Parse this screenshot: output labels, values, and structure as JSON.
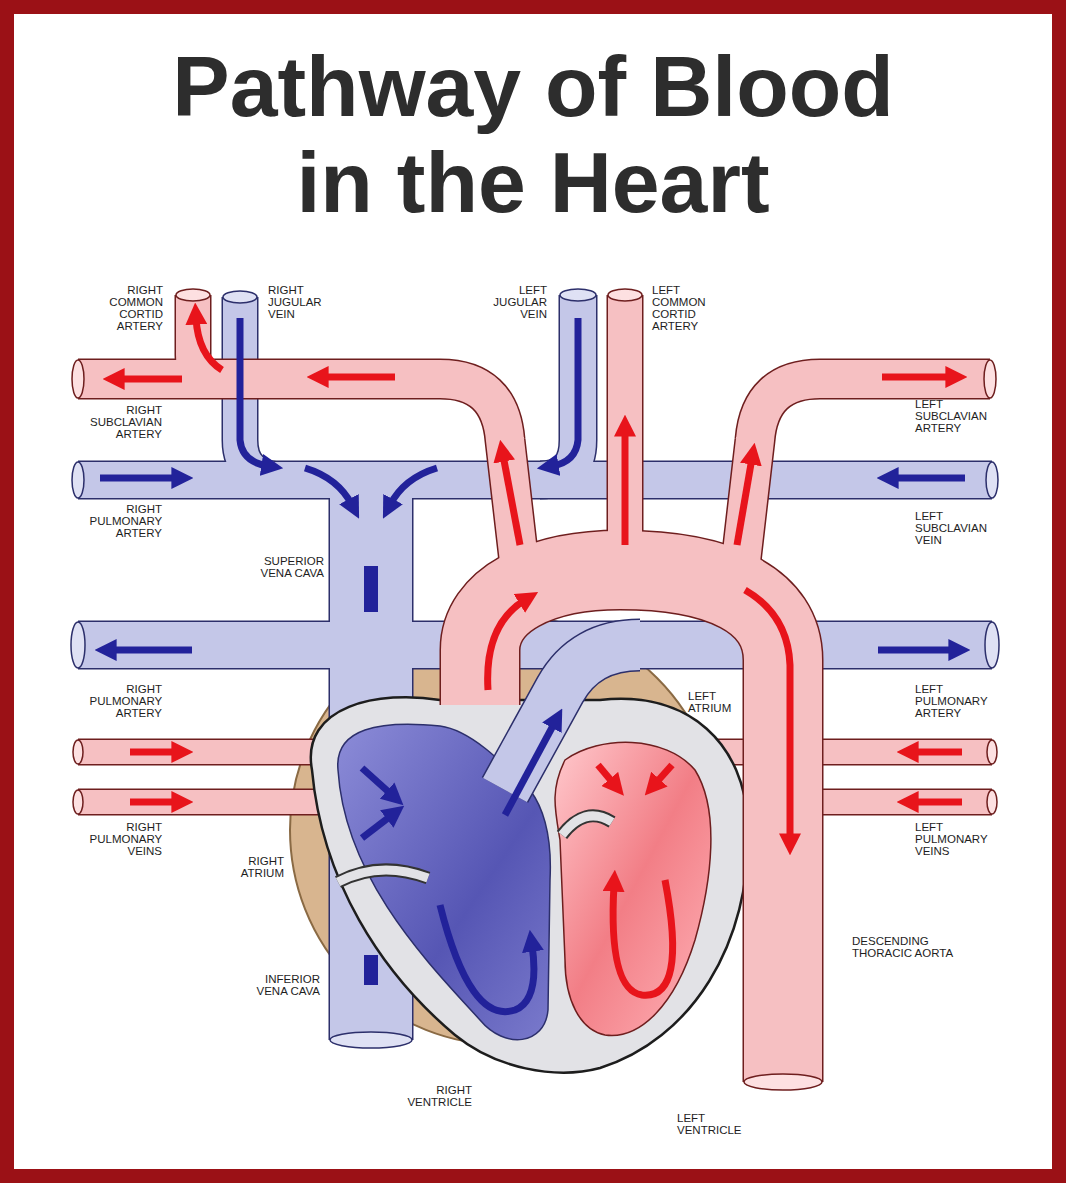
{
  "diagram": {
    "title": "Pathway of Blood in the Heart",
    "labels": [
      "RIGHT COMMON CORTID ARTERY",
      "RIGHT JUGULAR VEIN",
      "LEFT JUGULAR VEIN",
      "LEFT COMMON CORTID ARTERY",
      "RIGHT SUBCLAVIAN ARTERY",
      "LEFT SUBCLAVIAN ARTERY",
      "RIGHT PULMONARY ARTERY",
      "LEFT SUBCLAVIAN VEIN",
      "SUPERIOR VENA CAVA",
      "RIGHT PULMONARY ARTERY",
      "LEFT ATRIUM",
      "LEFT PULMONARY ARTERY",
      "RIGHT PULMONARY VEINS",
      "LEFT PULMONARY VEINS",
      "RIGHT ATRIUM",
      "DESCENDING THORACIC AORTA",
      "INFERIOR VENA CAVA",
      "RIGHT VENTRICLE",
      "LEFT VENTRICLE"
    ]
  }
}
